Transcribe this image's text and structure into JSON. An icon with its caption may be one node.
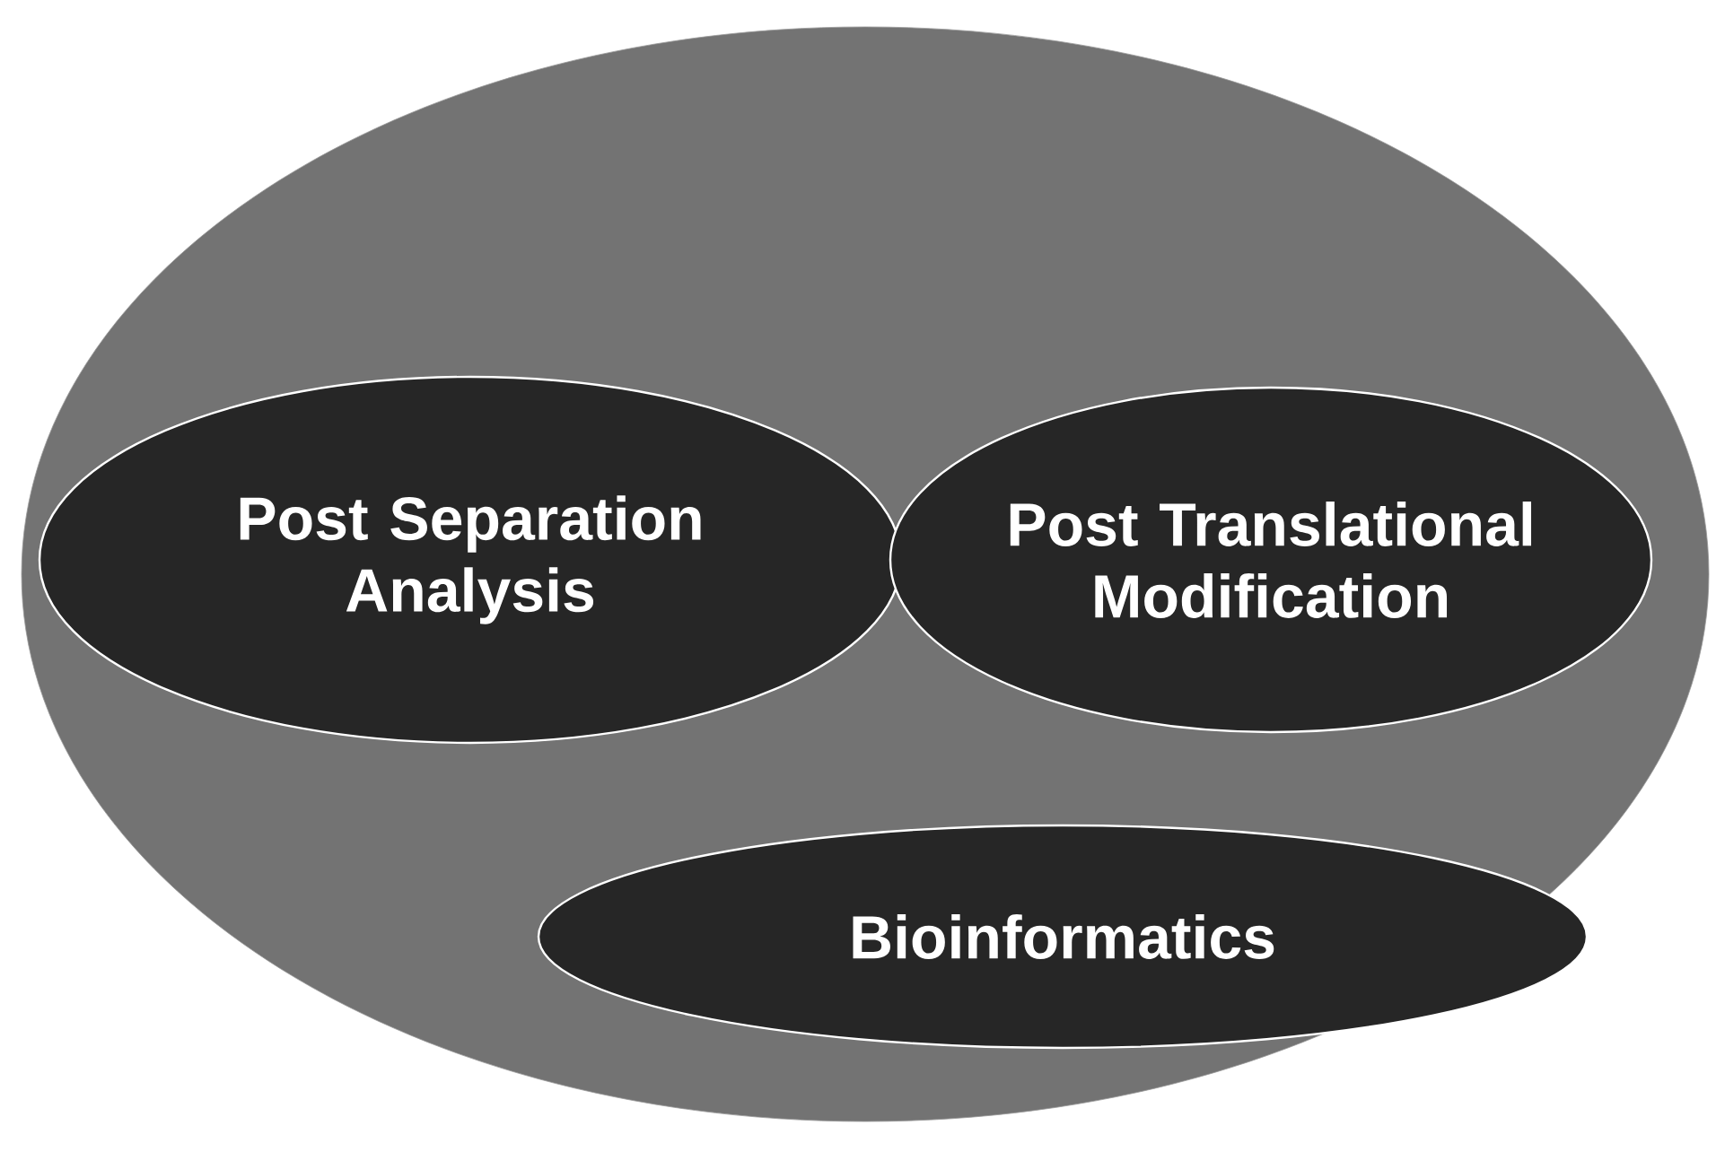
{
  "diagram": {
    "nodes": [
      {
        "text": [],
        "shape": "ellipse"
      },
      {
        "text": [
          "Post Separation Analysis"
        ],
        "in": 0
      },
      {
        "text": [
          "Post Translational Modification"
        ],
        "in": 0
      },
      {
        "text": [
          "Bioinformatics"
        ],
        "in": 0
      }
    ]
  }
}
